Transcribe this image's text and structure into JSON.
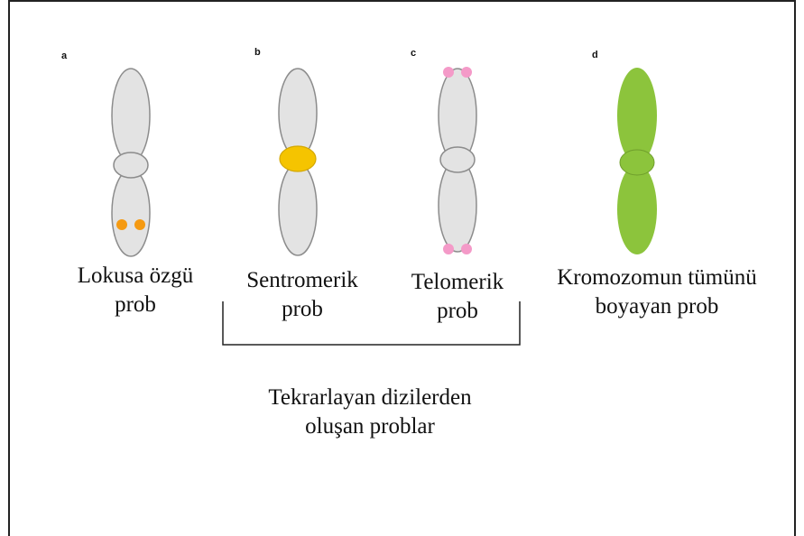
{
  "panels": [
    {
      "letter": "a",
      "caption_line1": "Lokusa özgü",
      "caption_line2": "prob",
      "probe": "locus-specific",
      "probe_color": "#f59a12"
    },
    {
      "letter": "b",
      "caption_line1": "Sentromerik",
      "caption_line2": "prob",
      "probe": "centromeric",
      "probe_color": "#f5c400"
    },
    {
      "letter": "c",
      "caption_line1": "Telomerik",
      "caption_line2": "prob",
      "probe": "telomeric",
      "probe_color": "#f49ac8"
    },
    {
      "letter": "d",
      "caption_line1": "Kromozomun tümünü",
      "caption_line2": "boyayan prob",
      "probe": "whole-chromosome",
      "probe_color": "#8cc43c"
    }
  ],
  "group": {
    "caption_line1": "Tekrarlayan dizilerden",
    "caption_line2": "oluşan problar"
  },
  "colors": {
    "chromosome_fill": "#e3e3e3",
    "chromosome_stroke": "#8c8c8c",
    "whole_paint": "#8cc43c"
  }
}
